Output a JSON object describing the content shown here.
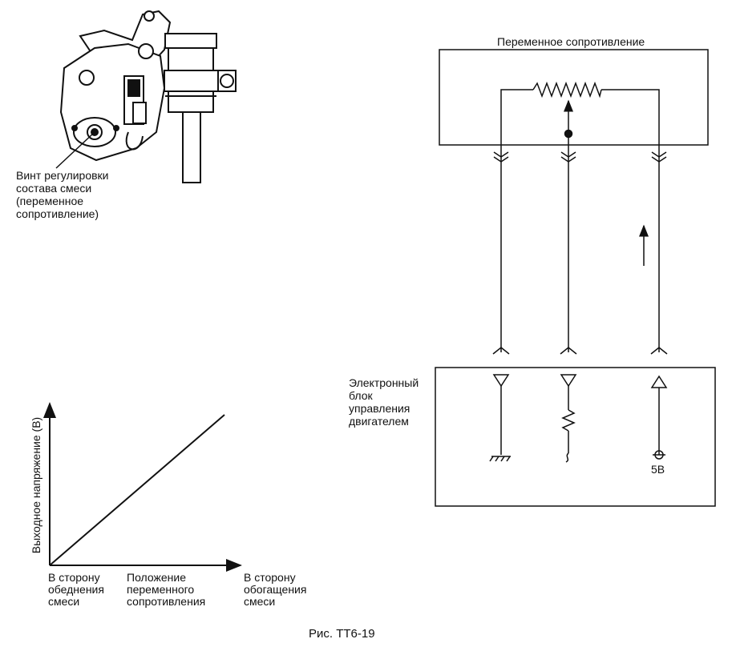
{
  "photo_caption": {
    "line1": "Винт регулировки",
    "line2": "состава смеси",
    "line3": "(переменное",
    "line4": "сопротивление)"
  },
  "potentiometer_box": {
    "title": "Переменное сопротивление"
  },
  "ecu_box": {
    "line1": "Электронный",
    "line2": "блок",
    "line3": "управления",
    "line4": "двигателем",
    "supply_label": "5В"
  },
  "graph": {
    "ylabel": "Выходное напряжение (В)",
    "xlabel_left": [
      "В сторону",
      "обеднения",
      "смеси"
    ],
    "xlabel_mid": [
      "Положение",
      "переменного",
      "сопротивления"
    ],
    "xlabel_right": [
      "В сторону",
      "обогащения",
      "смеси"
    ]
  },
  "figure_caption": "Рис. TT6-19"
}
